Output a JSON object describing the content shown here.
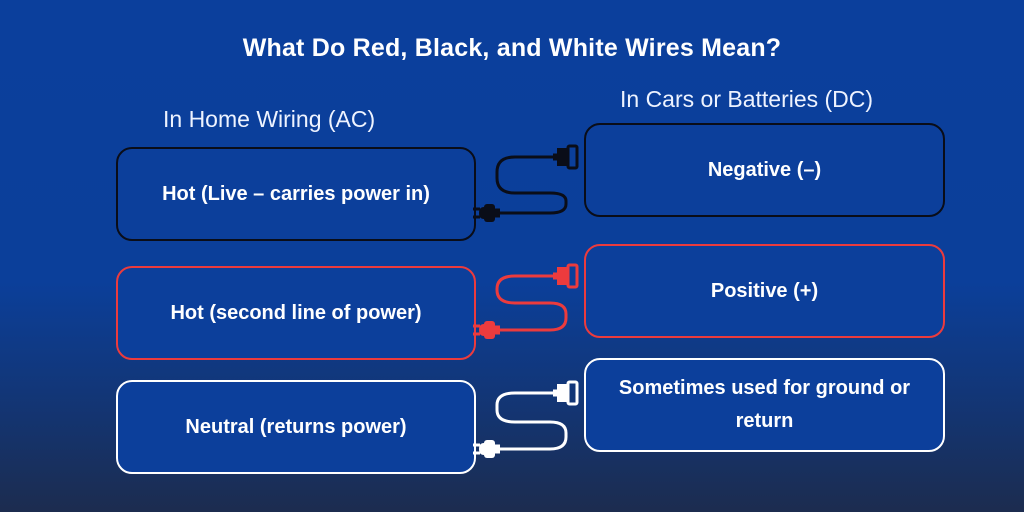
{
  "title": "What Do Red, Black, and White Wires Mean?",
  "columns": {
    "left": "In Home Wiring (AC)",
    "right": "In Cars or Batteries (DC)"
  },
  "rows": [
    {
      "color": "#0a0d18",
      "left": "Hot (Live – carries power in)",
      "right": "Negative (–)"
    },
    {
      "color": "#ec3b3d",
      "left": "Hot (second line of power)",
      "right": "Positive (+)"
    },
    {
      "color": "#ffffff",
      "left": "Neutral (returns power)",
      "right": "Sometimes used for ground or return"
    }
  ]
}
